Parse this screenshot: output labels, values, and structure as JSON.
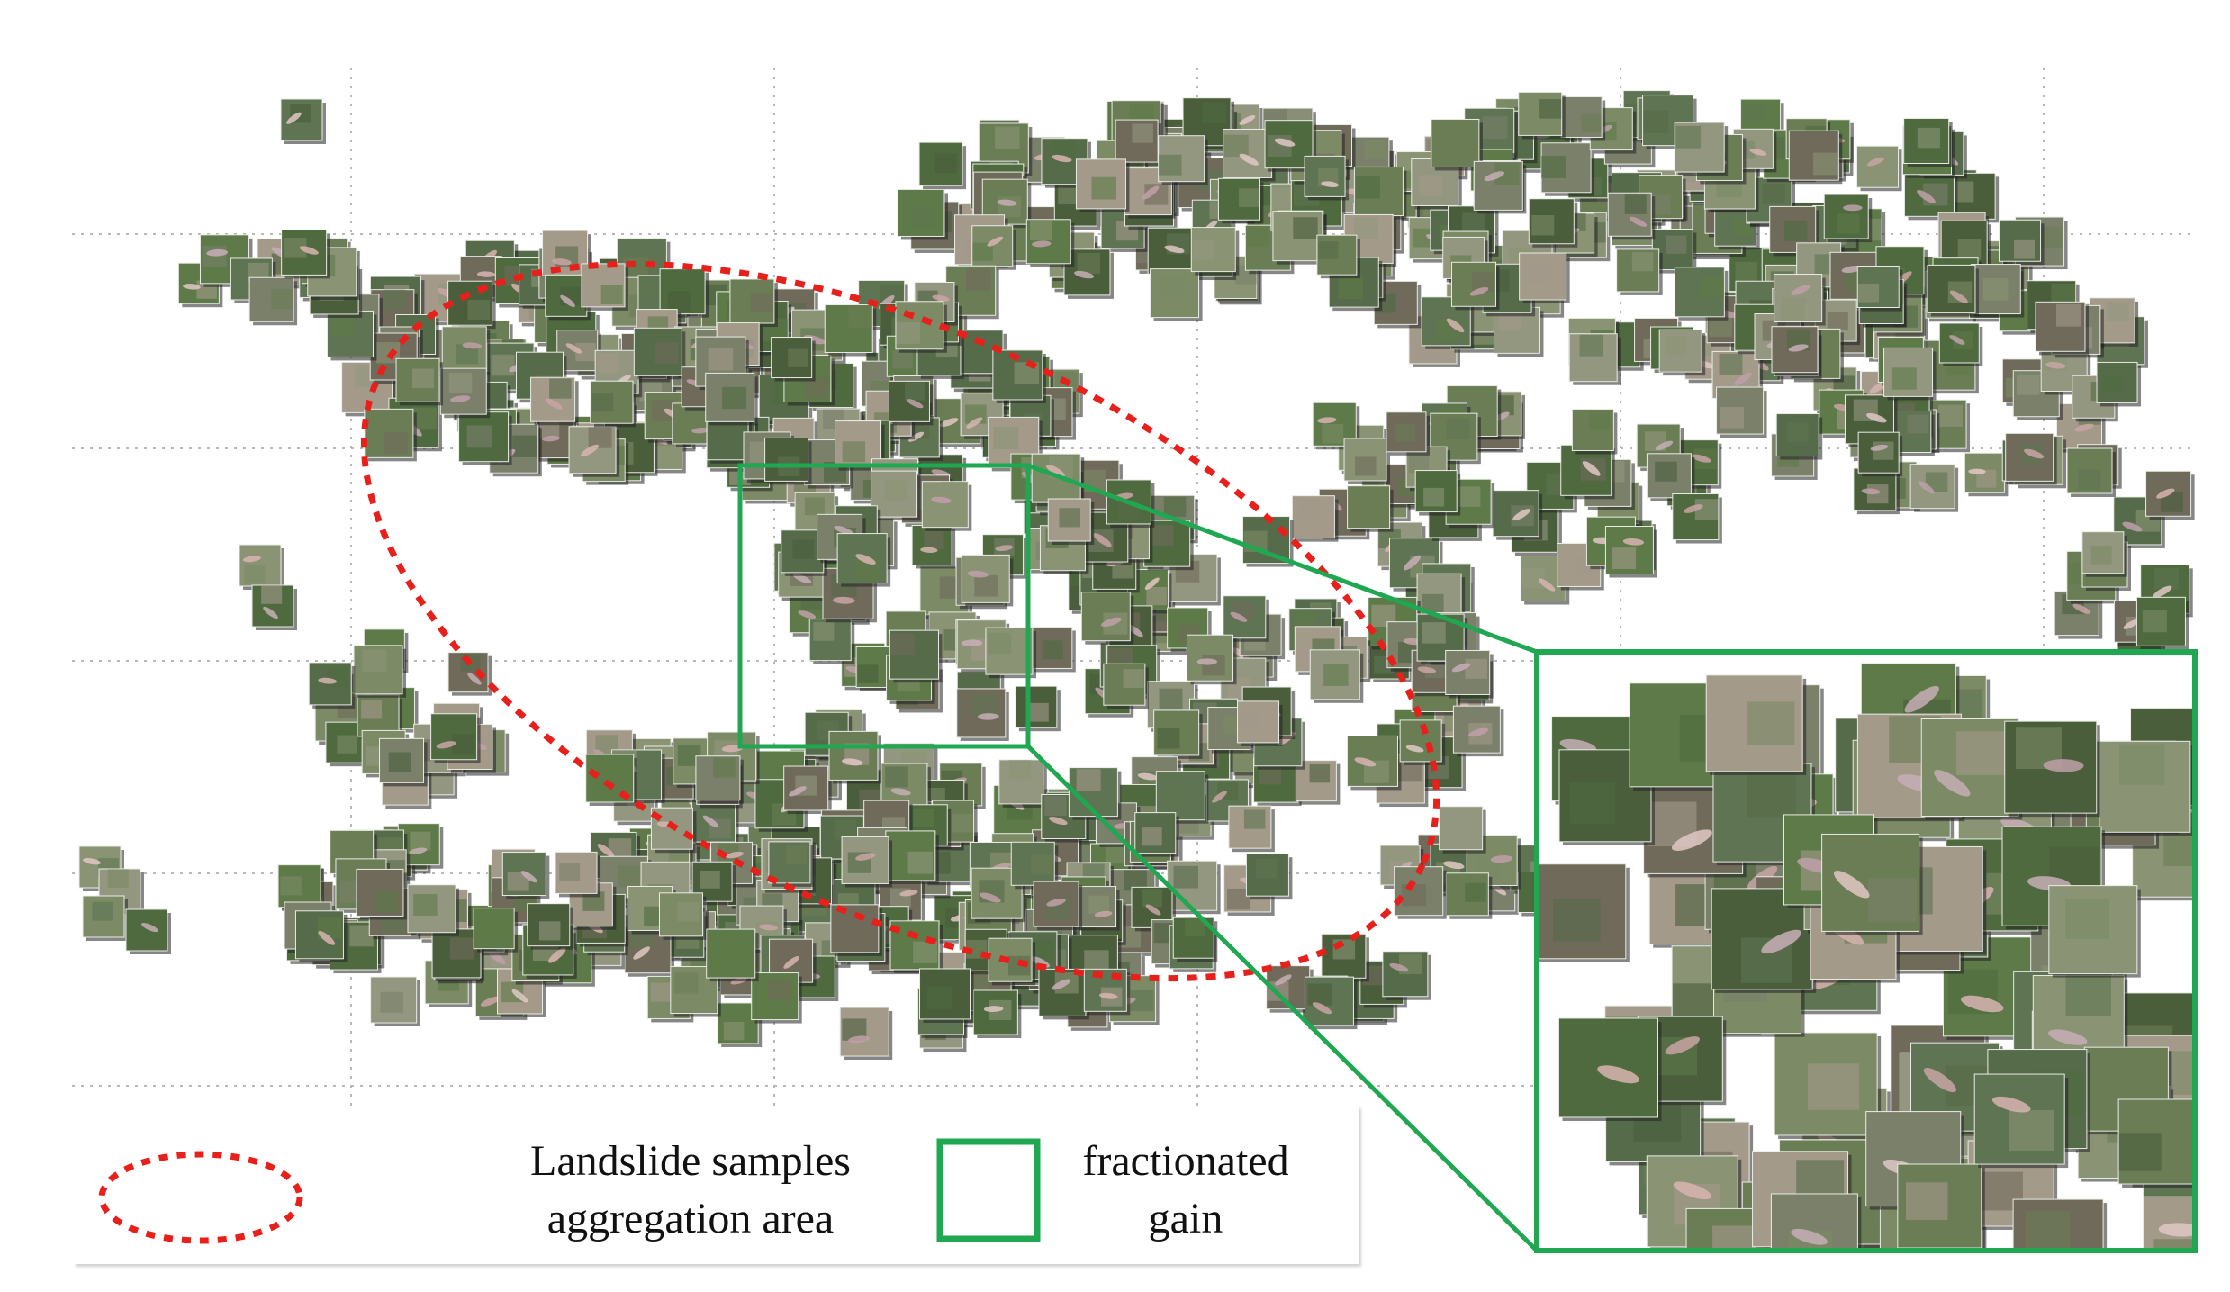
{
  "legend": {
    "ellipse_item": {
      "line1": "Landslide samples",
      "line2": "aggregation area",
      "color": "#e8201c",
      "icon": "dashed-red-ellipse"
    },
    "box_item": {
      "line1": "fractionated",
      "line2": "gain",
      "color": "#1fa751",
      "icon": "green-square"
    }
  },
  "colors": {
    "aggregation_outline": "#e8201c",
    "zoom_outline": "#1fa751",
    "gridline": "#b8b8b8",
    "tile_palette": [
      "#4f6a3f",
      "#5d7a48",
      "#6b7d55",
      "#7c8a66",
      "#566b4a",
      "#8a9474",
      "#6f6a5a",
      "#4a5e3c",
      "#7a806a",
      "#93977f",
      "#5f7452",
      "#a39a8a"
    ],
    "scar_palette": [
      "#c9a4a4",
      "#d8b4b0",
      "#bfa0a8",
      "#e0c8c4",
      "#c7aeb6"
    ]
  }
}
